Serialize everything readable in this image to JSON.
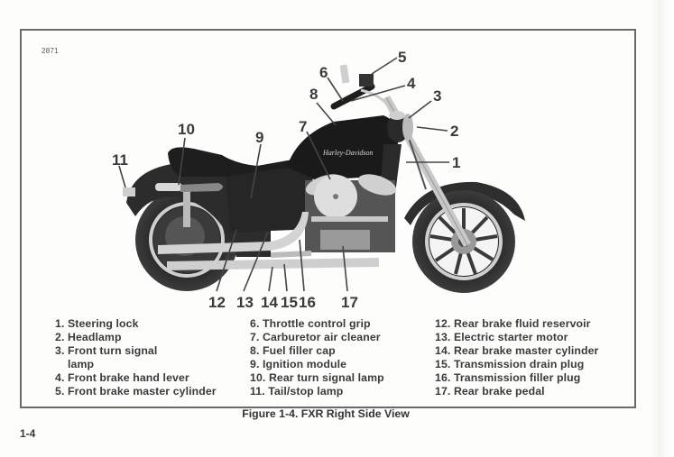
{
  "document": {
    "figure_id": "2871",
    "caption": "Figure 1-4. FXR Right Side View",
    "page_number": "1-4",
    "tank_logo_text": "Harley-Davidson"
  },
  "legend": {
    "column1": [
      {
        "num": "1.",
        "label": "Steering lock"
      },
      {
        "num": "2.",
        "label": "Headlamp"
      },
      {
        "num": "3.",
        "label": "Front turn signal",
        "continuation": "lamp"
      },
      {
        "num": "4.",
        "label": "Front brake hand lever"
      },
      {
        "num": "5.",
        "label": "Front brake master cylinder"
      }
    ],
    "column2": [
      {
        "num": "6.",
        "label": "Throttle control grip"
      },
      {
        "num": "7.",
        "label": "Carburetor air cleaner"
      },
      {
        "num": "8.",
        "label": "Fuel filler cap"
      },
      {
        "num": "9.",
        "label": "Ignition module"
      },
      {
        "num": "10.",
        "label": "Rear turn signal lamp"
      },
      {
        "num": "11.",
        "label": "Tail/stop lamp"
      }
    ],
    "column3": [
      {
        "num": "12.",
        "label": "Rear brake fluid reservoir"
      },
      {
        "num": "13.",
        "label": "Electric starter motor"
      },
      {
        "num": "14.",
        "label": "Rear brake master cylinder"
      },
      {
        "num": "15.",
        "label": "Transmission drain plug"
      },
      {
        "num": "16.",
        "label": "Transmission filler plug"
      },
      {
        "num": "17.",
        "label": "Rear brake pedal"
      }
    ]
  },
  "callouts": [
    "1",
    "2",
    "3",
    "4",
    "5",
    "6",
    "7",
    "8",
    "9",
    "10",
    "11",
    "12",
    "13",
    "14",
    "15",
    "16",
    "17"
  ]
}
